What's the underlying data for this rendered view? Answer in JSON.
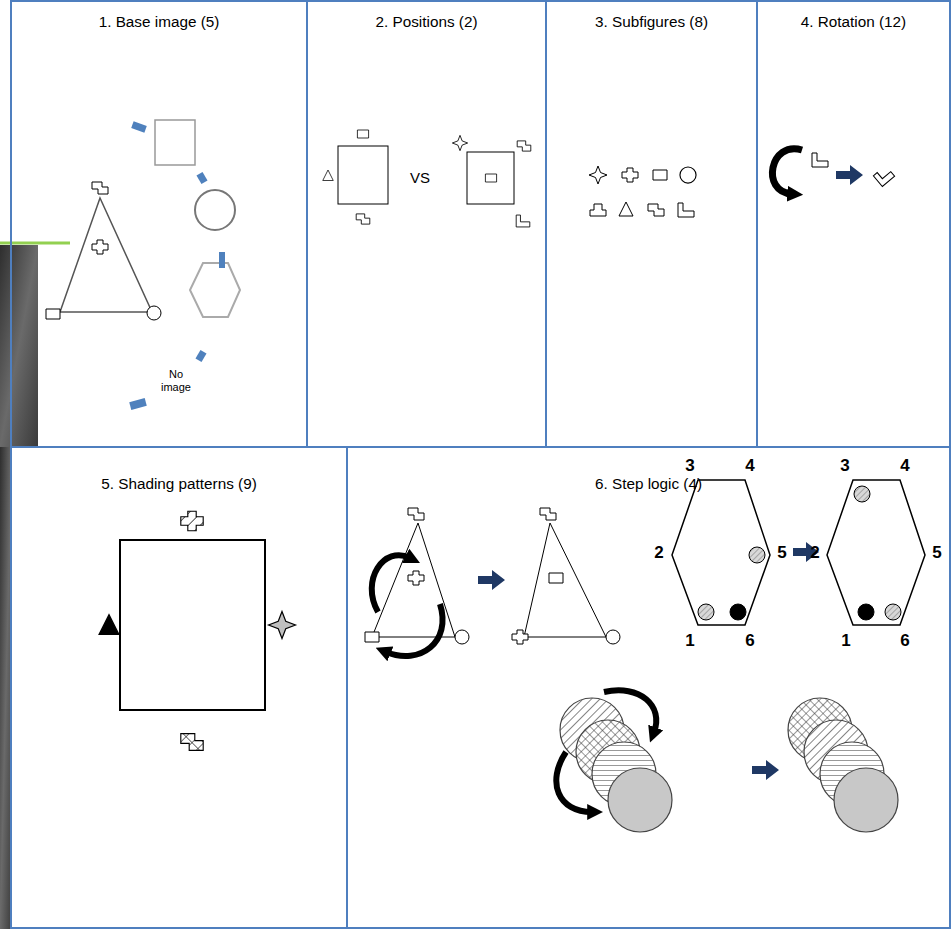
{
  "diagram": {
    "nodes": [
      {
        "text": [
          "1. Base image (5)"
        ]
      },
      {
        "text": [
          "2. Positions (2)"
        ]
      },
      {
        "text": [
          "3. Subfigures (8)"
        ]
      },
      {
        "text": [
          "4. Rotation (12)"
        ]
      },
      {
        "text": [
          "5. Shading patterns (9)"
        ]
      },
      {
        "text": [
          "6. Step logic (4)"
        ]
      }
    ],
    "labels": [
      "No image",
      "VS",
      "3",
      "4",
      "2",
      "5",
      "1",
      "6",
      "3",
      "4",
      "2",
      "5",
      "1",
      "6"
    ]
  }
}
